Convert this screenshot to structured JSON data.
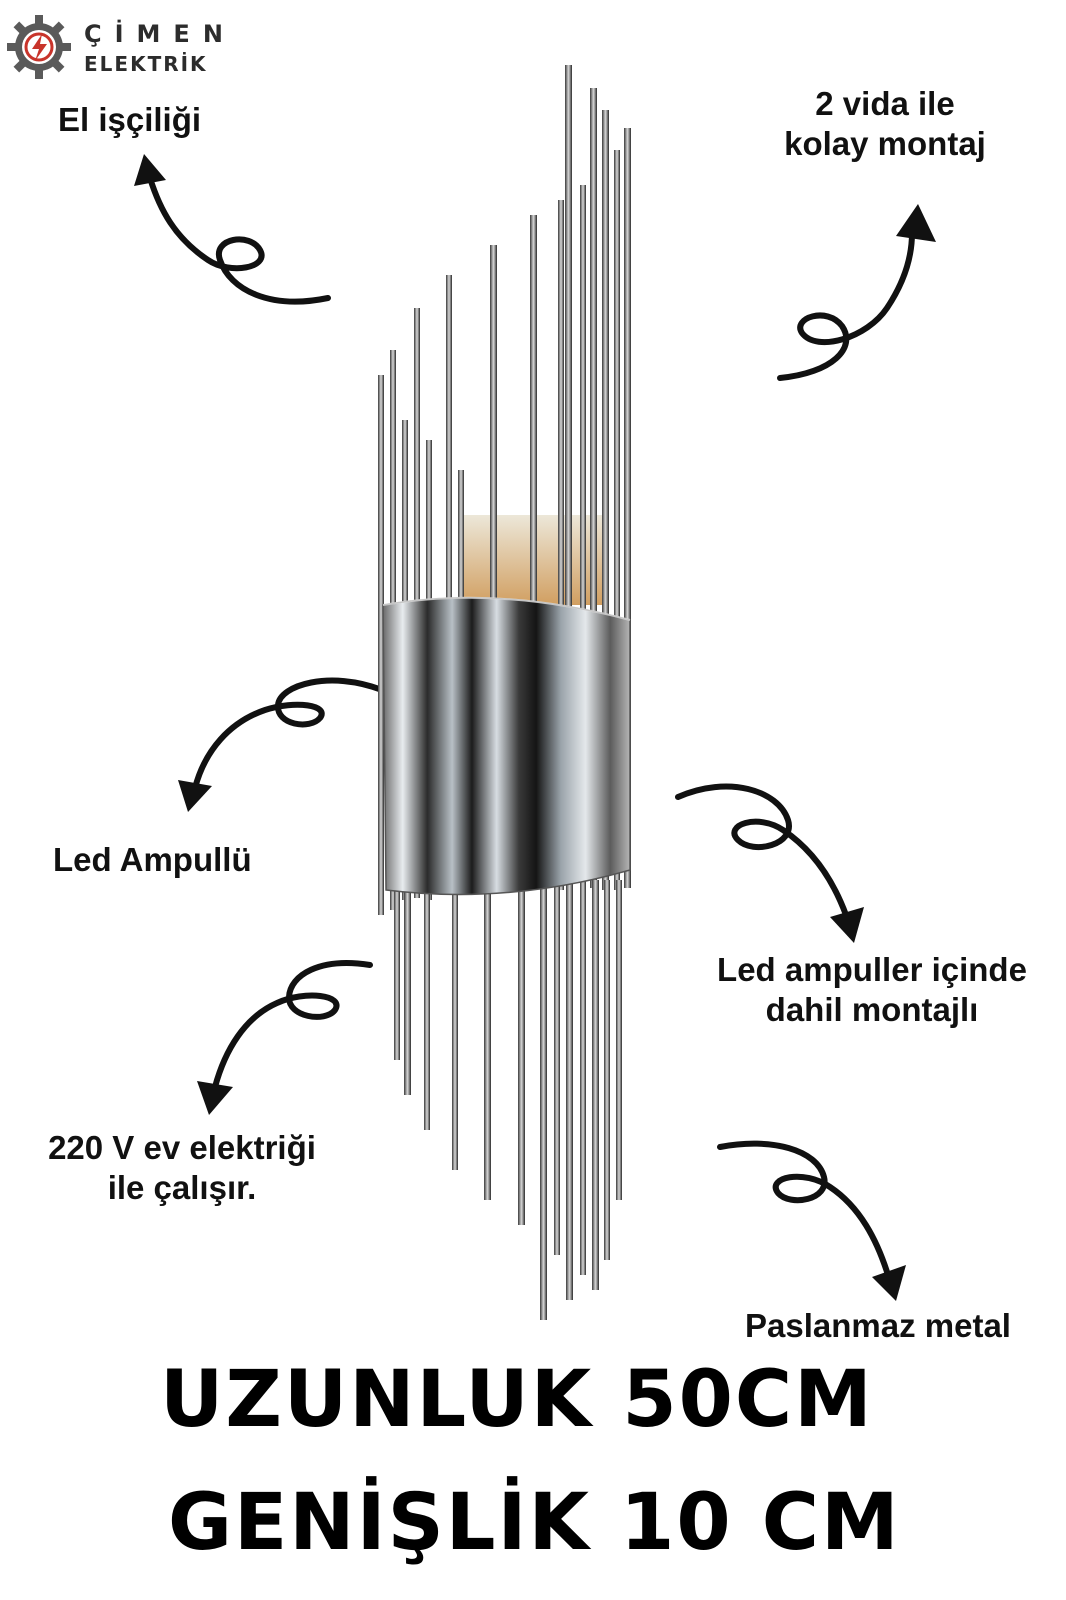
{
  "brand": {
    "name_top": "ÇİMEN",
    "name_bottom": "ELEKTRİK",
    "logo_icon": "gear-lightning-icon"
  },
  "features": {
    "handmade": "El işçiliği",
    "mount_line1": "2 vida ile",
    "mount_line2": "kolay montaj",
    "led": "Led Ampullü",
    "led_included_line1": "Led ampuller içinde",
    "led_included_line2": "dahil montajlı",
    "voltage_line1": "220 V ev elektriği",
    "voltage_line2": "ile çalışır.",
    "material": "Paslanmaz metal"
  },
  "dimensions": {
    "length": "UZUNLUK 50CM",
    "width": "GENİŞLİK 10 CM"
  },
  "colors": {
    "accent_red": "#c8342b",
    "gear_gray": "#5a5a5a",
    "text": "#111111"
  }
}
